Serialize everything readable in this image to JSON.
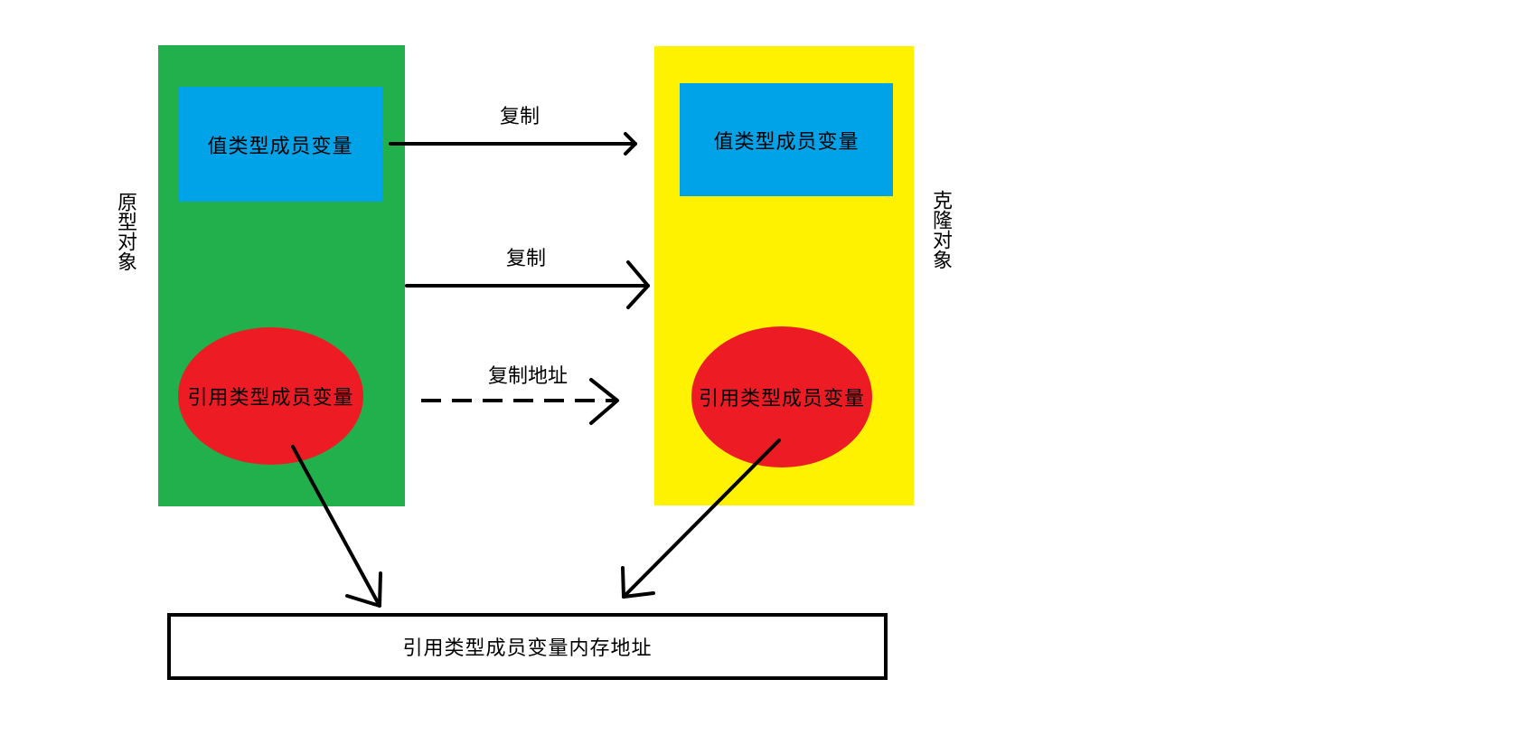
{
  "colors": {
    "prototype_panel": "#21b04b",
    "clone_panel": "#fff200",
    "value_member": "#00a2e8",
    "reference_member": "#ed1c24",
    "lines": "#000000"
  },
  "prototype": {
    "side_label": "原型对象",
    "value_member": "值类型成员变量",
    "reference_member": "引用类型成员变量"
  },
  "clone": {
    "side_label": "克隆对象",
    "value_member": "值类型成员变量",
    "reference_member": "引用类型成员变量"
  },
  "arrows": {
    "copy_value": "复制",
    "copy_object": "复制",
    "copy_address": "复制地址"
  },
  "memory": {
    "label": "引用类型成员变量内存地址"
  }
}
